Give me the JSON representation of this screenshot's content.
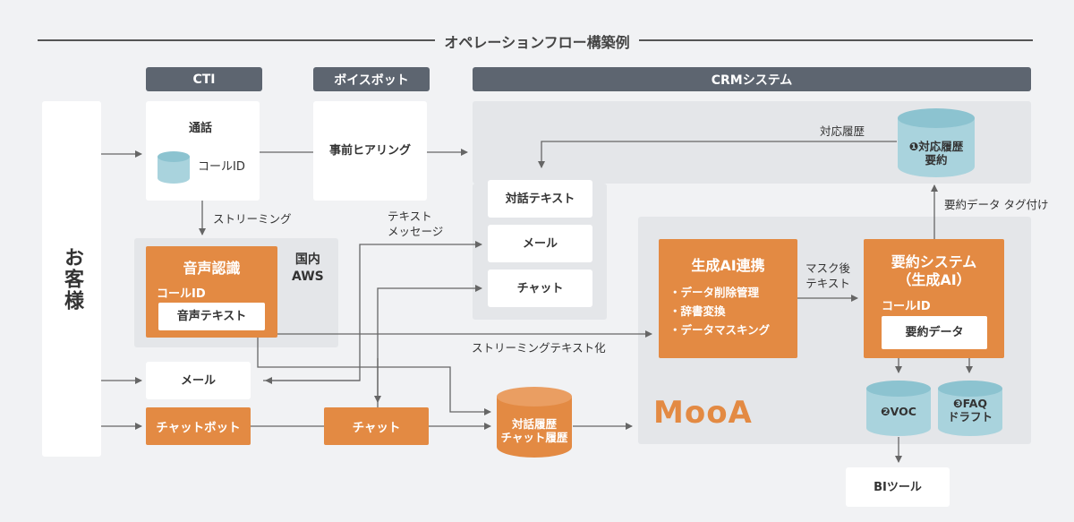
{
  "title": "オペレーションフロー構築例",
  "headers": {
    "cti": "CTI",
    "voicebot": "ボイスボット",
    "crm": "CRMシステム"
  },
  "customer": "お客様",
  "cti_box": {
    "call": "通話",
    "call_id": "コールID"
  },
  "voicebot_box": "事前ヒアリング",
  "streaming": "ストリーミング",
  "speech": {
    "title": "音声認識",
    "call_id": "コールID",
    "text": "音声テキスト"
  },
  "aws_label": "国内\nAWS",
  "mail_box": "メール",
  "chatbot_box": "チャットボット",
  "chat_box": "チャット",
  "text_message_label": "テキスト\nメッセージ",
  "crm_items": [
    "対話テキスト",
    "メール",
    "チャット"
  ],
  "history_label": "対応履歴",
  "history_db": {
    "num": "❶",
    "label": "対応履歴\n要約"
  },
  "summary_tag_label": "要約データ タグ付け",
  "gen_ai": {
    "title": "生成AI連携",
    "items": [
      "・データ削除管理",
      "・辞書変換",
      "・データマスキング"
    ]
  },
  "masked_text_label": "マスク後\nテキスト",
  "summary_system": {
    "title": "要約システム\n（生成AI）",
    "call_id": "コールID",
    "data": "要約データ"
  },
  "streaming_text_label": "ストリーミングテキスト化",
  "dialog_db": "対話履歴\nチャット履歴",
  "mooa_logo": "MooA",
  "voc": {
    "num": "❷",
    "label": "VOC"
  },
  "faq": {
    "num": "❸",
    "label": "FAQ\nドラフト"
  },
  "bi_tool": "BIツール",
  "colors": {
    "orange": "#e38a43",
    "header": "#5d6570",
    "panel": "#e4e6e9",
    "cylinder": "#a9d3dd",
    "line": "#666666"
  }
}
